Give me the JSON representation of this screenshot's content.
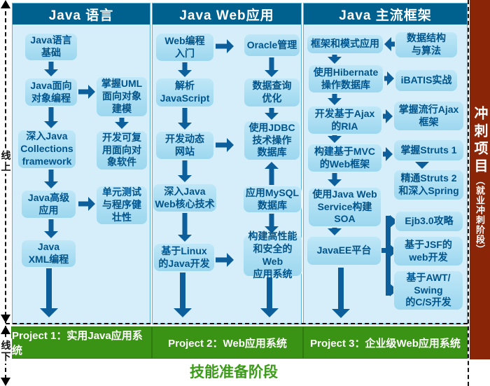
{
  "rail": {
    "online": "线上",
    "offline": "线下"
  },
  "columns": [
    {
      "header": "Java 语言",
      "boxes": [
        "Java语言\n基础",
        "Java面向\n对象编程",
        "掌握UML\n面向对象\n建模",
        "深入Java\nCollections\nframework",
        "开发可复\n用面向对\n象软件",
        "Java高级\n应用",
        "单元测试\n与程序健\n壮性",
        "Java\nXML编程"
      ]
    },
    {
      "header": "Java Web应用",
      "boxes": [
        "Web编程\n入门",
        "Oracle管理",
        "解析\nJavaScript",
        "数据查询\n优化",
        "开发动态\n网站",
        "使用JDBC\n技术操作\n数据库",
        "深入Java\nWeb核心技术",
        "应用MySQL\n数据库",
        "基于Linux\n的Java开发",
        "构建高性能\n和安全的Web\n应用系统"
      ]
    },
    {
      "header": "Java 主流框架",
      "boxes": [
        "框架和模式应用",
        "数据结构\n与算法",
        "使用Hibernate\n操作数据库",
        "iBATIS实战",
        "开发基于Ajax\n的RIA",
        "掌握流行Ajax\n框架",
        "构建基于MVC\n的Web框架",
        "掌握Struts 1",
        "精通Struts 2\n和深入Spring",
        "使用Java Web\nService构建\nSOA",
        "JavaEE平台",
        "Ejb3.0攻略",
        "基于JSF的\nweb开发",
        "基于AWT/\nSwing\n的C/S开发"
      ]
    }
  ],
  "projects": [
    "Project 1：实用Java应用系统",
    "Project 2：Web应用系统",
    "Project 3：企业级Web应用系统"
  ],
  "footer": "技能准备阶段",
  "sprint": {
    "title": "冲刺项目",
    "subtitle": "（就业冲刺阶段）"
  },
  "colors": {
    "header_blue": "#00618f",
    "panel_bg": "#d5eef9",
    "box_bg": "#a6dcf2",
    "box_text": "#00548c",
    "arrow_blue": "#0d5f9b",
    "project_green": "#3b9315",
    "footer_green": "#3a9c17",
    "sprint_red": "#8b2507"
  }
}
